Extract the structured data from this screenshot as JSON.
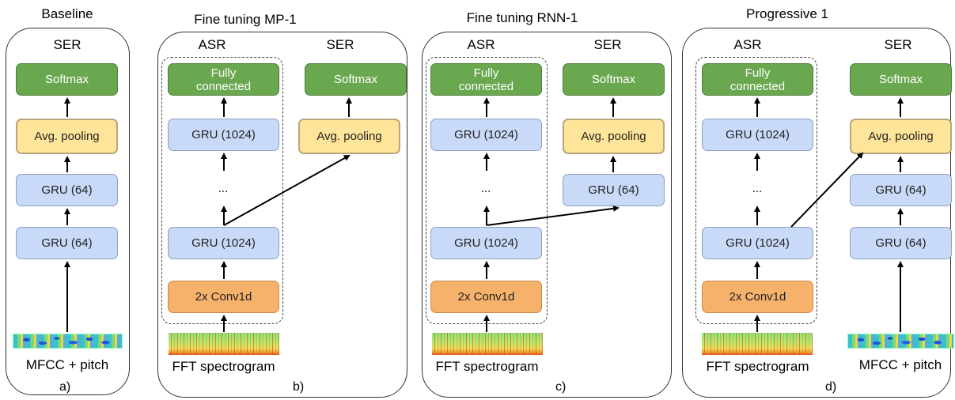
{
  "panels": {
    "a": {
      "title": "Baseline",
      "header": "SER",
      "softmax": "Softmax",
      "pooling": "Avg. pooling",
      "gru_top": "GRU (64)",
      "gru_bottom": "GRU (64)",
      "input_caption": "MFCC + pitch",
      "label": "a)"
    },
    "b": {
      "title": "Fine tuning MP-1",
      "asr_header": "ASR",
      "ser_header": "SER",
      "fc": "Fully\nconnected",
      "gru_top": "GRU (1024)",
      "ellipsis": "...",
      "gru_bottom": "GRU (1024)",
      "conv": "2x Conv1d",
      "softmax": "Softmax",
      "pooling": "Avg. pooling",
      "input_caption": "FFT spectrogram",
      "label": "b)"
    },
    "c": {
      "title": "Fine tuning RNN-1",
      "asr_header": "ASR",
      "ser_header": "SER",
      "fc": "Fully\nconnected",
      "gru_top": "GRU (1024)",
      "ellipsis": "...",
      "gru_bottom": "GRU (1024)",
      "conv": "2x Conv1d",
      "softmax": "Softmax",
      "pooling": "Avg. pooling",
      "ser_gru": "GRU (64)",
      "input_caption": "FFT spectrogram",
      "label": "c)"
    },
    "d": {
      "title": "Progressive 1",
      "asr_header": "ASR",
      "ser_header": "SER",
      "fc": "Fully\nconnected",
      "gru_top": "GRU (1024)",
      "ellipsis": "...",
      "gru_bottom": "GRU (1024)",
      "conv": "2x Conv1d",
      "softmax": "Softmax",
      "pooling": "Avg. pooling",
      "ser_gru_top": "GRU (64)",
      "ser_gru_bottom": "GRU (64)",
      "input_caption_left": "FFT spectrogram",
      "input_caption_right": "MFCC + pitch",
      "label": "d)"
    }
  },
  "colors": {
    "softmax": "#6aa84f",
    "pooling": "#ffe599",
    "gru": "#c9daf8",
    "conv": "#f6b26b"
  }
}
